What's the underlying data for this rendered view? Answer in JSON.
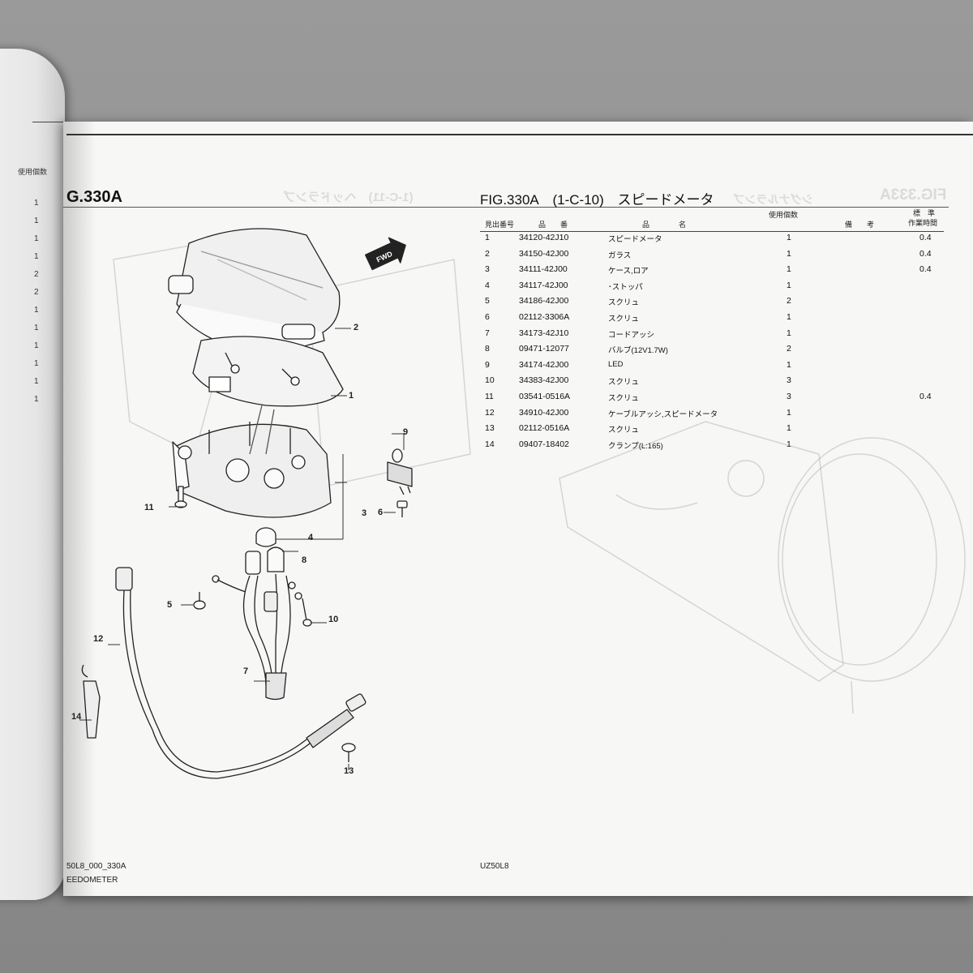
{
  "left_page": {
    "column_title": "使用個数",
    "quantities": [
      "1",
      "1",
      "1",
      "1",
      "2",
      "2",
      "1",
      "1",
      "1",
      "1",
      "1",
      "1"
    ]
  },
  "figure_label_left": "G.330A",
  "figure_header": {
    "fig": "FIG.330A",
    "code": "(1-C-10)",
    "title": "スピードメータ"
  },
  "table_headers": {
    "ref_no": "見出番号",
    "part_no": "品　　番",
    "part_name": "品　　　　名",
    "qty": "使用個数",
    "remarks": "備　　考",
    "std_time_1": "標　準",
    "std_time_2": "作業時間"
  },
  "parts": [
    {
      "no": "1",
      "part": "34120-42J10",
      "name": "スピードメータ",
      "qty": "1",
      "time": "0.4"
    },
    {
      "no": "2",
      "part": "34150-42J00",
      "name": "ガラス",
      "qty": "1",
      "time": "0.4"
    },
    {
      "no": "3",
      "part": "34111-42J00",
      "name": "ケース,ロア",
      "qty": "1",
      "time": "0.4"
    },
    {
      "no": "4",
      "part": "34117-42J00",
      "name": "･ストッパ",
      "qty": "1",
      "time": ""
    },
    {
      "no": "5",
      "part": "34186-42J00",
      "name": "スクリュ",
      "qty": "2",
      "time": ""
    },
    {
      "no": "6",
      "part": "02112-3306A",
      "name": "スクリュ",
      "qty": "1",
      "time": ""
    },
    {
      "no": "7",
      "part": "34173-42J10",
      "name": "コードアッシ",
      "qty": "1",
      "time": ""
    },
    {
      "no": "8",
      "part": "09471-12077",
      "name": "バルブ(12V1.7W)",
      "qty": "2",
      "time": ""
    },
    {
      "no": "9",
      "part": "34174-42J00",
      "name": "LED",
      "qty": "1",
      "time": ""
    },
    {
      "no": "10",
      "part": "34383-42J00",
      "name": "スクリュ",
      "qty": "3",
      "time": ""
    },
    {
      "no": "11",
      "part": "03541-0516A",
      "name": "スクリュ",
      "qty": "3",
      "time": "0.4"
    },
    {
      "no": "12",
      "part": "34910-42J00",
      "name": "ケーブルアッシ,スピードメータ",
      "qty": "1",
      "time": ""
    },
    {
      "no": "13",
      "part": "02112-0516A",
      "name": "スクリュ",
      "qty": "1",
      "time": ""
    },
    {
      "no": "14",
      "part": "09407-18402",
      "name": "クランプ(L:165)",
      "qty": "1",
      "time": ""
    }
  ],
  "diagram": {
    "fwd_label": "FWD",
    "callouts": [
      "1",
      "2",
      "3",
      "4",
      "5",
      "6",
      "7",
      "8",
      "9",
      "10",
      "11",
      "12",
      "13",
      "14"
    ]
  },
  "footer": {
    "left_line1": "50L8_000_330A",
    "left_line2": "EEDOMETER",
    "center": "UZ50L8"
  },
  "show_through": {
    "right_fig": "FIG.333A",
    "right_title": "シグナルランプ",
    "mid_title": "(1-C-11)　ヘッドランプ"
  }
}
